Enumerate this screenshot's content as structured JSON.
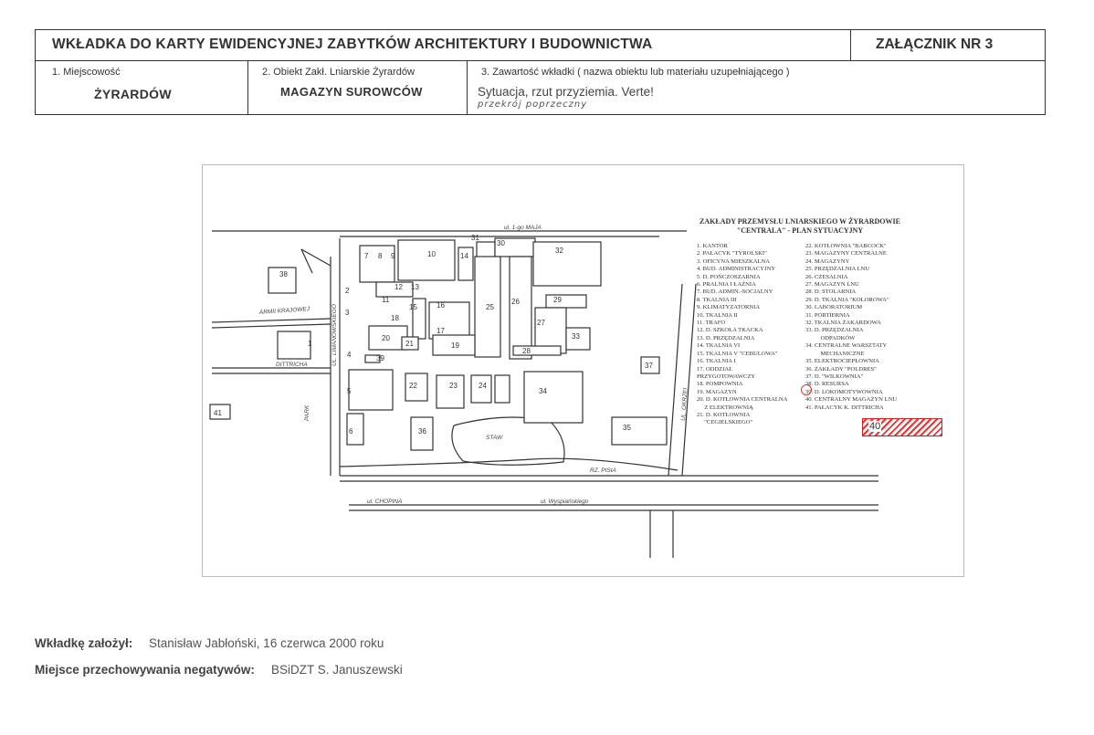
{
  "header": {
    "title": "WKŁADKA DO KARTY EWIDENCYJNEJ ZABYTKÓW ARCHITEKTURY I BUDOWNICTWA",
    "annex": "ZAŁĄCZNIK NR 3"
  },
  "fields": {
    "locality_label": "1. Miejscowość",
    "locality_value": "ŻYRARDÓW",
    "object_label": "2. Obiekt  Zakł. Lniarskie Żyrardów",
    "object_value": "MAGAZYN SUROWCÓW",
    "contents_label": "3. Zawartość wkładki ( nazwa obiektu lub materiału uzupełniającego )",
    "contents_value": "Sytuacja, rzut przyziemia. Verte!",
    "contents_handwritten": "przekrój poprzeczny"
  },
  "plan": {
    "legend_title_1": "ZAKŁADY PRZEMYSŁU LNIARSKIEGO W ŻYRARDOWIE",
    "legend_title_2": "\"CENTRALA\"  -  PLAN SYTUACYJNY",
    "legend_left": [
      "1. KANTOR",
      "2. PAŁACYK \"TYROLSKI\"",
      "3. OFICYNA MIESZKALNA",
      "4. BUD. ADMINISTRACYJNY",
      "5. D. POŃCZOSZARNIA",
      "6. PRALNIA I ŁAŹNIA",
      "7. BUD. ADMIN.-SOCJALNY",
      "8. TKALNIA III",
      "9. KLIMATYZATORNIA",
      "10. TKALNIA II",
      "11. TRAFO",
      "12. D. SZKOŁA TKACKA",
      "13. D. PRZĘDZALNIA",
      "14. TKALNIA VI",
      "15. TKALNIA V \"CEBULOWA\"",
      "16. TKALNIA I",
      "17. ODDZIAŁ",
      "PRZYGOTOWAWCZY",
      "18. POMPOWNIA",
      "19. MAGAZYN",
      "20. D. KOTŁOWNIA CENTRALNA",
      "     Z ELEKTROWNIĄ",
      "21. D. KOTŁOWNIA",
      "     \"CEGIELSKIEGO\""
    ],
    "legend_right": [
      "22. KOTŁOWNIA \"BABCOCK\"",
      "23. MAGAZYNY CENTRALNE",
      "24. MAGAZYNY",
      "25. PRZĘDZALNIA LNU",
      "26. CZESALNIA",
      "27. MAGAZYN LNU",
      "28. D. STOLARNIA",
      "29. D. TKALNIA \"KOLOROWA\"",
      "30. LABORATORIUM",
      "31. PORTIERNIA",
      "32. TKALNIA ŻAKARDOWA",
      "33. D. PRZĘDZALNIA",
      "          ODPADKÓW",
      "34. CENTRALNE WARSZTATY",
      "          MECHANICZNE",
      "35. ELEKTROCIEPŁOWNIA",
      "36. ZAKŁADY \"POLDRES\"",
      "37. D. \"WILKOWNIA\"",
      "38. D. RESURSA",
      "39. D. LOKOMOTYWOWNIA",
      "40. CENTRALNY MAGAZYN LNU",
      "41. PAŁACYK K. DITTRICHA"
    ],
    "streets": {
      "north": "ul. 1-go MAJA",
      "armii": "ARMII KRAJOWEJ",
      "dittricha": "DITTRICHA",
      "park": "PARK",
      "limanowskiego": "UL. LIMANOWSKIEGO",
      "staw": "STAW",
      "pisia": "RZ. PISIA",
      "chopina": "ul. CHOPINA",
      "wyspianskiego": "ul. Wyspiańskiego",
      "okrzei": "UL. OKRZEI"
    },
    "building_numbers": [
      "1",
      "2",
      "3",
      "4",
      "5",
      "6",
      "7",
      "8",
      "9",
      "10",
      "11",
      "12",
      "13",
      "14",
      "15",
      "16",
      "17",
      "18",
      "19",
      "20",
      "21",
      "22",
      "23",
      "24",
      "25",
      "26",
      "27",
      "28",
      "29",
      "30",
      "31",
      "32",
      "33",
      "34",
      "35",
      "36",
      "37",
      "38",
      "39",
      "41"
    ],
    "highlight_label": "40"
  },
  "footer": {
    "created_label": "Wkładkę założył:",
    "created_value": "Stanisław Jabłoński, 16 czerwca 2000 roku",
    "storage_label": "Miejsce przechowywania negatywów:",
    "storage_value": "BSiDZT S. Januszewski"
  },
  "colors": {
    "frame": "#333333",
    "highlight": "#dd3333"
  }
}
